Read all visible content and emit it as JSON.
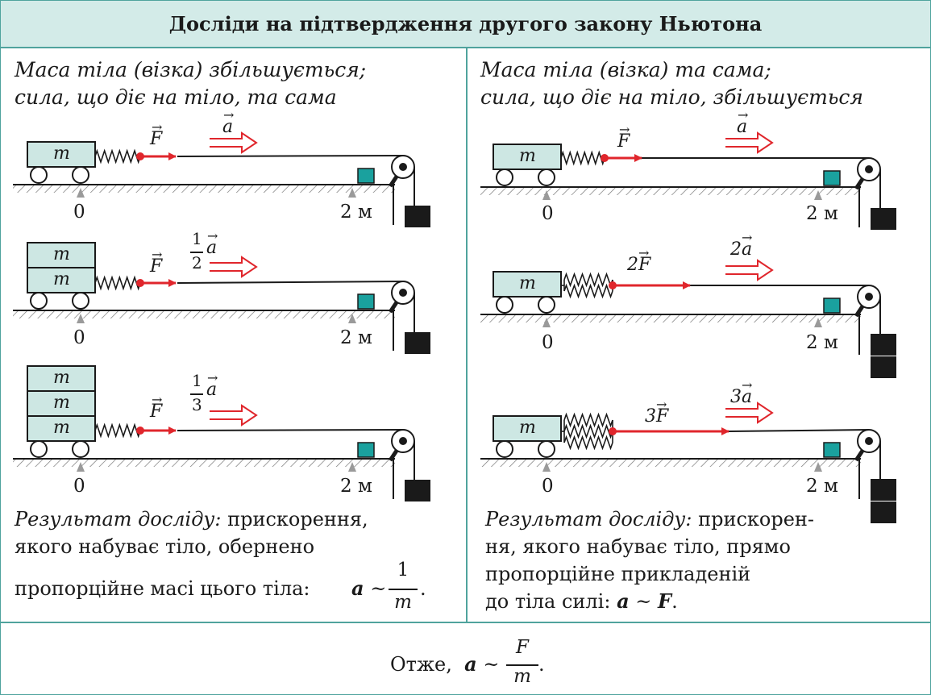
{
  "title": "Досліди на підтвердження другого закону Ньютона",
  "left": {
    "title_line1": "Маса тіла (візка) збільшується;",
    "title_line2": "сила, що діє на тіло, та сама",
    "mass_label": "m",
    "force_label": "F",
    "accel_labels": [
      "a",
      "a",
      "a"
    ],
    "frac_nums": [
      "1",
      "1"
    ],
    "frac_dens": [
      "2",
      "3"
    ],
    "pos_start": "0",
    "pos_end": "2 м",
    "result_head": "Результат досліду:",
    "result_text1": "прискорення,",
    "result_text2": "якого набуває тіло, обернено",
    "result_text3": "пропорційне масі цього тіла:",
    "formula_a": "a",
    "formula_sim": "~",
    "formula_num": "1",
    "formula_den": "m",
    "formula_dot": "."
  },
  "right": {
    "title_line1": "Маса тіла (візка) та сама;",
    "title_line2": "сила, що діє на тіло, збільшується",
    "mass_label": "m",
    "force_labels": [
      "F",
      "2F",
      "3F"
    ],
    "accel_labels": [
      "a",
      "2a",
      "3a"
    ],
    "pos_start": "0",
    "pos_end": "2 м",
    "result_head": "Результат досліду:",
    "result_text1": "прискорен-",
    "result_text2": "ня, якого набуває тіло, прямо",
    "result_text3": "пропорційне прикладеній",
    "result_text4": "до тіла силі:",
    "formula_a": "a",
    "formula_sim": "~",
    "formula_F": "F",
    "formula_dot": "."
  },
  "conclusion": {
    "prefix": "Отже,",
    "a": "a",
    "sim": "~",
    "num": "F",
    "den": "m",
    "dot": "."
  },
  "colors": {
    "teal_frame": "#4fa39d",
    "header_bg": "#d3ebe8",
    "cart_fill": "#cde7e3",
    "force_red": "#e0262c",
    "sensor_teal": "#1aa19e"
  }
}
